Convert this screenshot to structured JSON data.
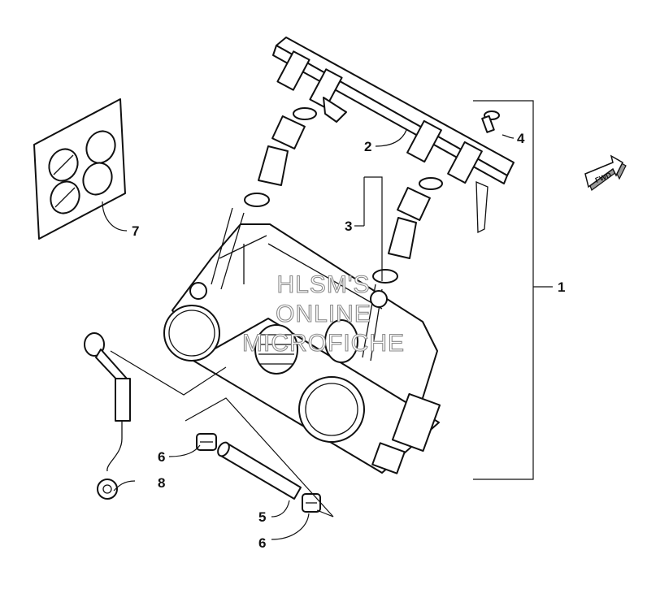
{
  "callouts": {
    "c1": "1",
    "c2": "2",
    "c3": "3",
    "c4": "4",
    "c5": "5",
    "c6a": "6",
    "c6b": "6",
    "c7": "7",
    "c8": "8"
  },
  "watermark": {
    "line1": "HLSM'S",
    "line2": "ONLINE",
    "line3": "MICROFICHE"
  },
  "direction_badge": {
    "label": "FWD"
  }
}
